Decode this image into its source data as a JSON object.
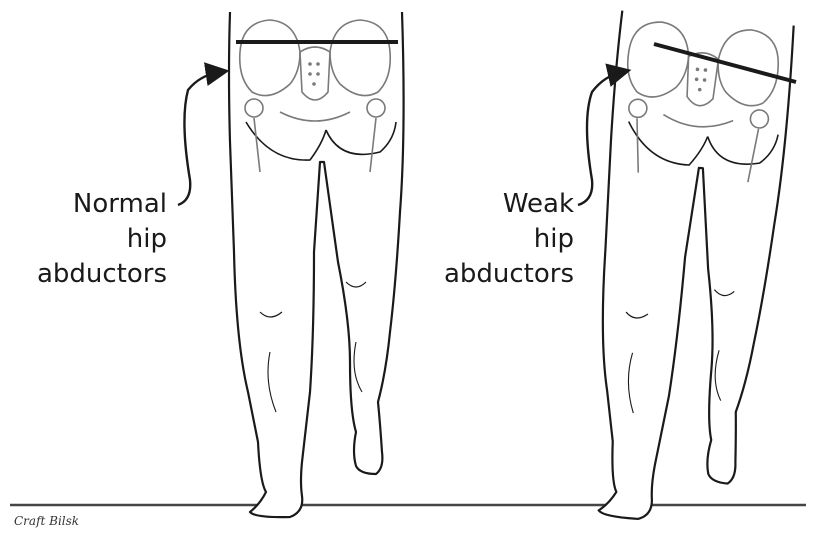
{
  "panels": [
    {
      "id": "normal",
      "label_lines": [
        "Normal",
        "hip",
        "abductors"
      ],
      "pelvis_level": "level",
      "pelvic_line_tilt_deg": 0
    },
    {
      "id": "weak",
      "label_lines": [
        "Weak",
        "hip",
        "abductors"
      ],
      "pelvis_level": "dropped",
      "pelvic_line_tilt_deg": 11
    }
  ],
  "signature": {
    "text": "Craft Bilsk"
  },
  "colors": {
    "line": "#1a1a1a",
    "fill": "#ffffff",
    "ground": "#444444",
    "bone": "#7a7a7a"
  }
}
